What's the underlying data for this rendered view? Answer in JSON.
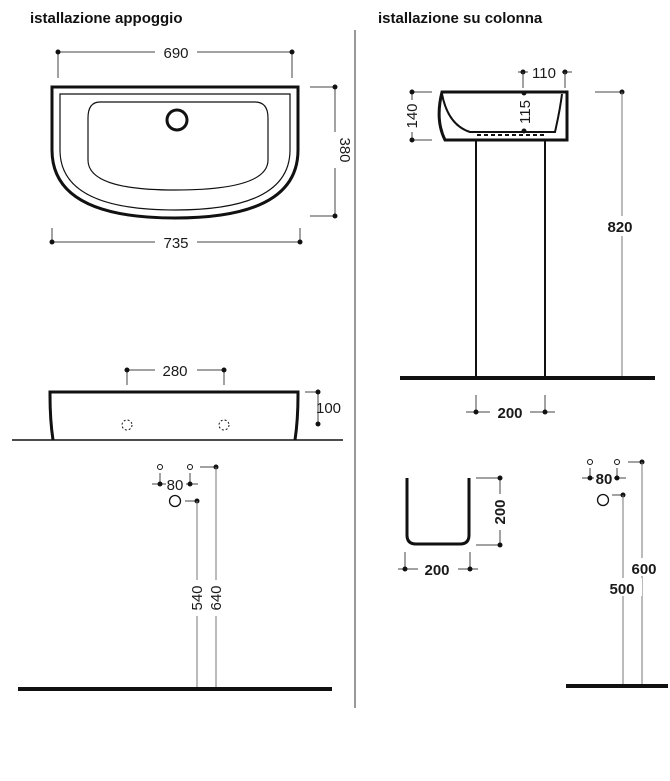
{
  "left": {
    "title": "istallazione appoggio",
    "top_view": {
      "width_inner": "690",
      "width_outer": "735",
      "depth": "380"
    },
    "front_view": {
      "hole_spacing": "280",
      "height": "100"
    },
    "wall": {
      "spacing": "80",
      "height_a": "540",
      "height_b": "640"
    }
  },
  "right": {
    "title": "istallazione su colonna",
    "side_view": {
      "height": "140",
      "offset": "110",
      "inner": "115",
      "total_height": "820",
      "column_width": "200"
    },
    "column_top": {
      "depth": "200",
      "width": "200"
    },
    "wall": {
      "spacing": "80",
      "height_a": "600",
      "height_b": "500"
    }
  }
}
